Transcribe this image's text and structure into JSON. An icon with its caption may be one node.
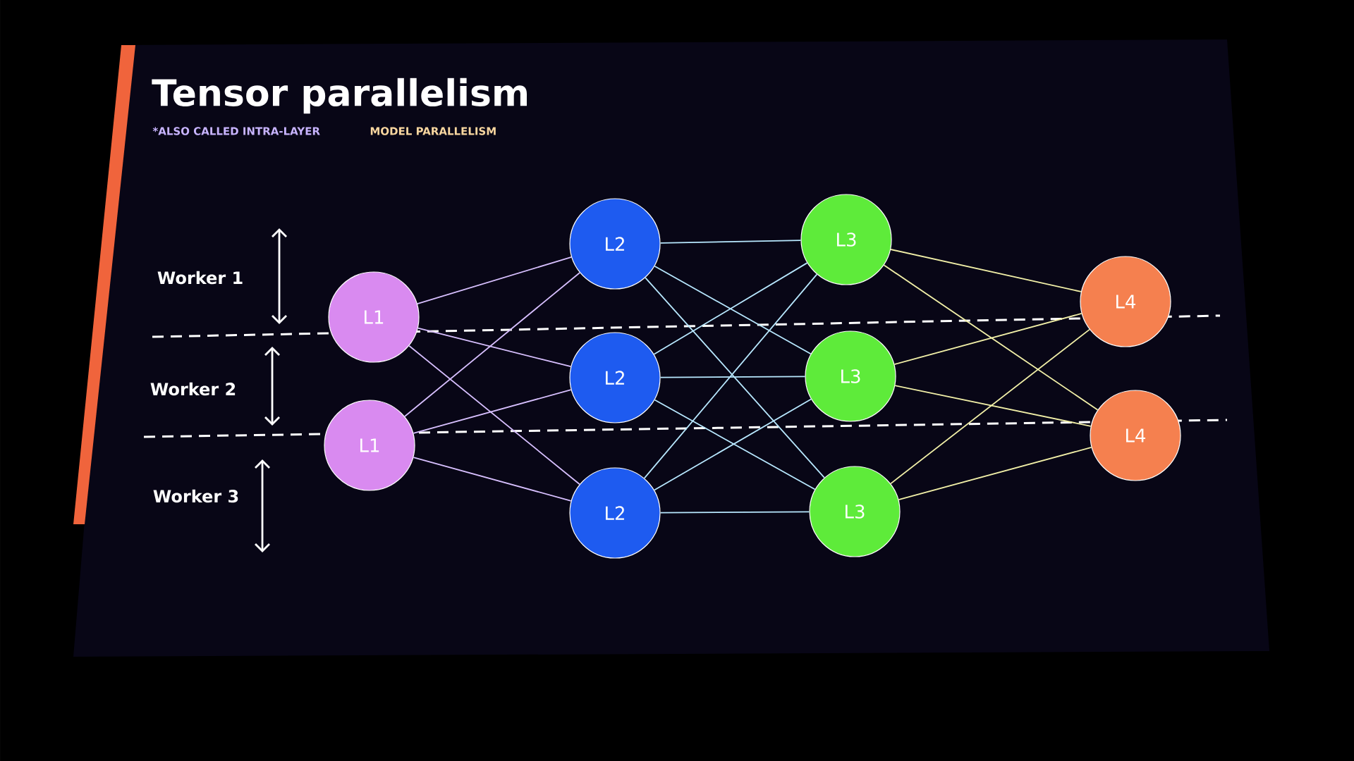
{
  "diagram": {
    "title": "Tensor parallelism",
    "nodes": [
      {
        "text": [
          "L1"
        ]
      },
      {
        "text": [
          "L1"
        ]
      },
      {
        "text": [
          "L2"
        ]
      },
      {
        "text": [
          "L2"
        ]
      },
      {
        "text": [
          "L2"
        ]
      },
      {
        "text": [
          "L3"
        ]
      },
      {
        "text": [
          "L3"
        ]
      },
      {
        "text": [
          "L3"
        ]
      },
      {
        "text": [
          "L4"
        ]
      },
      {
        "text": [
          "L4"
        ]
      }
    ],
    "edges": [
      {
        "from": 0,
        "to": 2,
        "arrow": "none",
        "color": "#d8c0ff"
      },
      {
        "from": 0,
        "to": 3,
        "arrow": "none",
        "color": "#d8c0ff"
      },
      {
        "from": 0,
        "to": 4,
        "arrow": "none",
        "color": "#d8c0ff"
      },
      {
        "from": 1,
        "to": 2,
        "arrow": "none",
        "color": "#d8c0ff"
      },
      {
        "from": 1,
        "to": 3,
        "arrow": "none",
        "color": "#d8c0ff"
      },
      {
        "from": 1,
        "to": 4,
        "arrow": "none",
        "color": "#d8c0ff"
      },
      {
        "from": 2,
        "to": 5,
        "arrow": "none"
      },
      {
        "from": 2,
        "to": 6,
        "arrow": "none"
      },
      {
        "from": 2,
        "to": 7,
        "arrow": "none"
      },
      {
        "from": 3,
        "to": 5,
        "arrow": "none"
      },
      {
        "from": 3,
        "to": 6,
        "arrow": "none"
      },
      {
        "from": 3,
        "to": 7,
        "arrow": "none"
      },
      {
        "from": 4,
        "to": 5,
        "arrow": "none"
      },
      {
        "from": 4,
        "to": 6,
        "arrow": "none"
      },
      {
        "from": 4,
        "to": 7,
        "arrow": "none"
      },
      {
        "from": 5,
        "to": 8,
        "arrow": "none",
        "color": "#f2f0a8"
      },
      {
        "from": 5,
        "to": 9,
        "arrow": "none",
        "color": "#f2f0a8"
      },
      {
        "from": 6,
        "to": 8,
        "arrow": "none",
        "color": "#f2f0a8"
      },
      {
        "from": 6,
        "to": 9,
        "arrow": "none",
        "color": "#f2f0a8"
      },
      {
        "from": 7,
        "to": 8,
        "arrow": "none",
        "color": "#f2f0a8"
      },
      {
        "from": 7,
        "to": 9,
        "arrow": "none",
        "color": "#f2f0a8"
      }
    ],
    "labels": [
      "*ALSO CALLED INTRA-LAYER",
      "MODEL PARALLELISM",
      "Worker 1",
      "Worker 2",
      "Worker 3"
    ]
  }
}
